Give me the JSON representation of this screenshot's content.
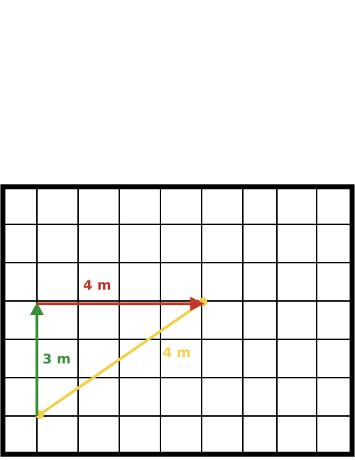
{
  "diagram": {
    "grid": {
      "columns": 9,
      "rows": 7,
      "cell_size": "1 m"
    },
    "vectors": [
      {
        "id": "red",
        "label": "4 m",
        "color": "#c0392b",
        "from": [
          1,
          3
        ],
        "to": [
          5,
          3
        ],
        "arrow": true
      },
      {
        "id": "green",
        "label": "3 m",
        "color": "#3a8f3a",
        "from": [
          1,
          0
        ],
        "to": [
          1,
          3
        ],
        "arrow": true
      },
      {
        "id": "yellow",
        "label": "4 m",
        "color": "#f2d04a",
        "from": [
          1,
          0
        ],
        "to": [
          5,
          3
        ],
        "arrow": false
      }
    ]
  }
}
